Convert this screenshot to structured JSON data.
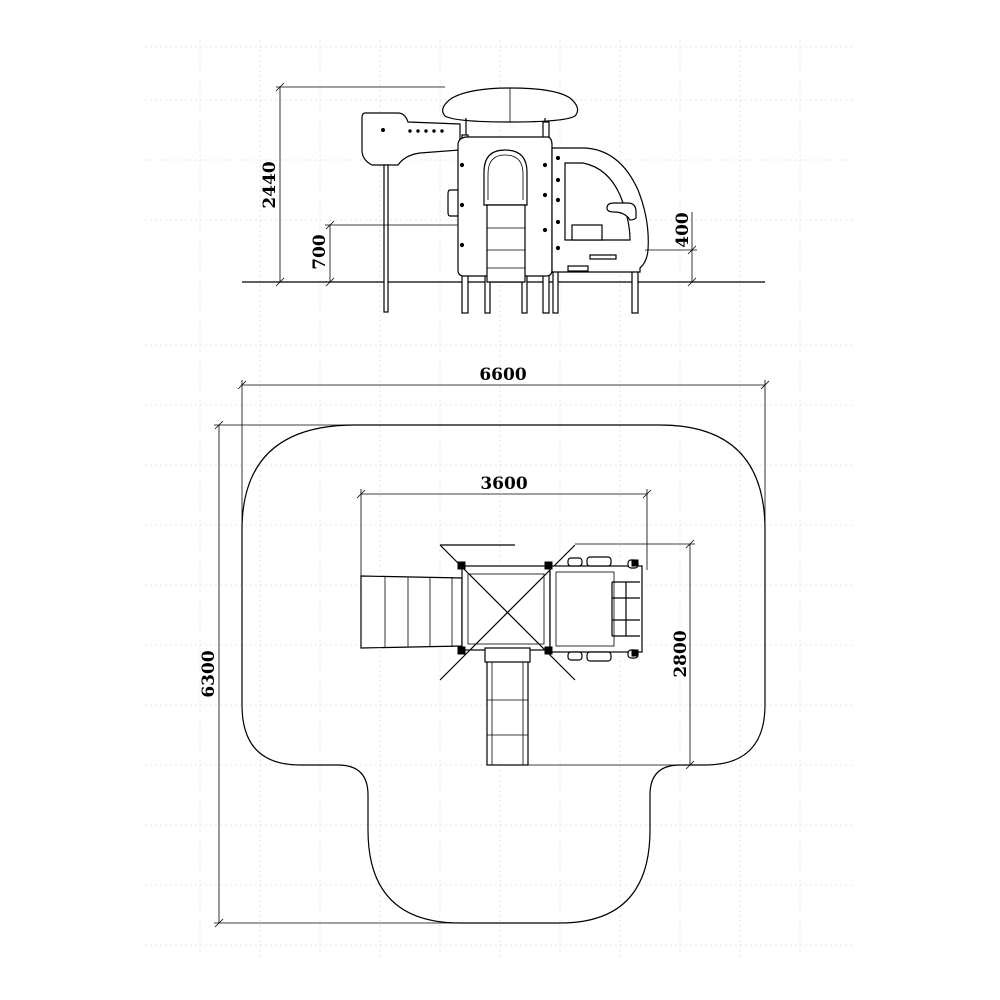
{
  "drawing": {
    "elevation": {
      "dimensions": {
        "total_height": "2440",
        "platform_height": "700",
        "cabin_floor_height": "400"
      }
    },
    "plan": {
      "dimensions": {
        "zone_width": "6600",
        "zone_depth": "6300",
        "equipment_width": "3600",
        "equipment_depth": "2800"
      }
    }
  },
  "colors": {
    "line": "#000000",
    "background": "#ffffff",
    "grid": "#e6e6e6"
  }
}
